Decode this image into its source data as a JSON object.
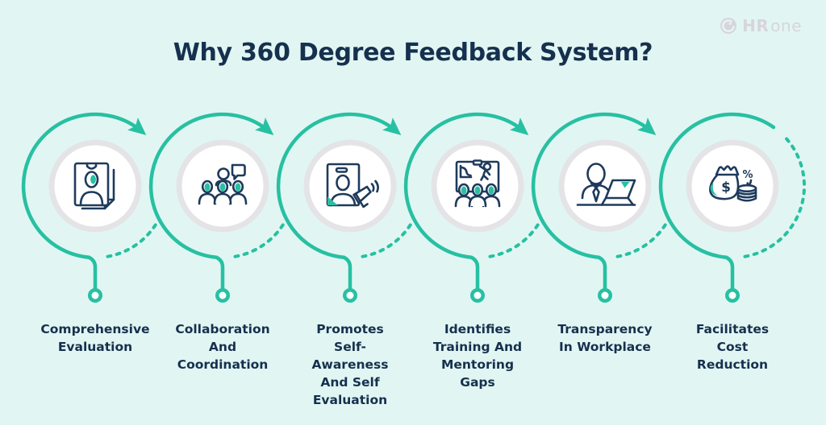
{
  "title": "Why 360 Degree Feedback System?",
  "logo": {
    "icon": "hrone-swirl-icon",
    "brand_bold": "HR",
    "brand_light": "one"
  },
  "items": [
    {
      "label": "Comprehensive\nEvaluation",
      "icon": "id-card-person-icon"
    },
    {
      "label": "Collaboration\nAnd\nCoordination",
      "icon": "team-discussion-icon"
    },
    {
      "label": "Promotes\nSelf-\nAwareness\nAnd Self\nEvaluation",
      "icon": "badge-megaphone-icon"
    },
    {
      "label": "Identifies\nTraining And\nMentoring\nGaps",
      "icon": "training-presentation-icon"
    },
    {
      "label": "Transparency\nIn Workplace",
      "icon": "person-laptop-icon"
    },
    {
      "label": "Facilitates\nCost\nReduction",
      "icon": "money-bag-coins-icon"
    }
  ],
  "colors": {
    "bg": "#e1f6f3",
    "teal": "#27c0a2",
    "navy": "#16304e",
    "ink": "#1e3a5c",
    "ringgray": "#e4e4e6",
    "logogray": "#d8d4dc"
  }
}
